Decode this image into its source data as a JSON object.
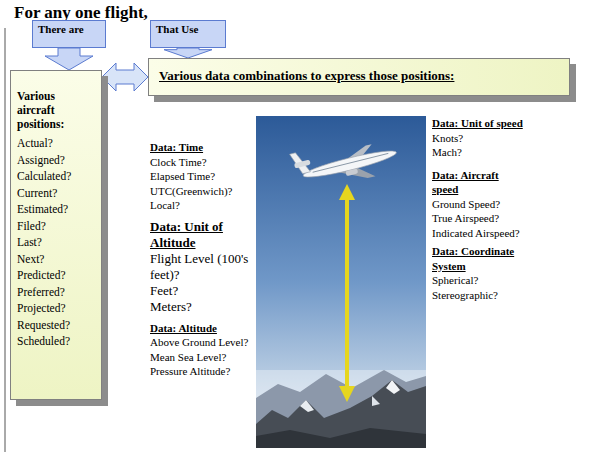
{
  "diagram": {
    "title": "For any one flight,",
    "nodes": [
      {
        "text": [
          "There are"
        ]
      },
      {
        "text": [
          "That Use"
        ]
      },
      {
        "text": [
          "Various aircraft positions:",
          "Actual?",
          "Assigned?",
          "Calculated?",
          "Current?",
          "Estimated?",
          "Filed?",
          "Last?",
          "Next?",
          "Predicted?",
          "Preferred?",
          "Projected?",
          "Requested?",
          "Scheduled?"
        ]
      },
      {
        "text": [
          "Various data combinations to express those positions:"
        ]
      }
    ],
    "edges": [
      {
        "from": 0,
        "to": 2,
        "arrow": "to"
      },
      {
        "from": 1,
        "to": 3,
        "arrow": "to"
      },
      {
        "from": 2,
        "to": 3,
        "arrow": "both"
      }
    ],
    "labels": [
      "Data: Time",
      "Clock Time?",
      "Elapsed Time?",
      "UTC(Greenwich)?",
      "Local?",
      "Data: Unit of Altitude",
      "Flight Level (100's feet)?",
      "Feet?",
      "Meters?",
      "Data: Altitude",
      "Above Ground Level?",
      "Mean Sea Level?",
      "Pressure Altitude?",
      "Data: Unit of speed",
      "Knots?",
      "Mach?",
      "Data: Aircraft speed",
      "Ground Speed?",
      "True Airspeed?",
      "Indicated Airspeed?",
      "Data: Coordinate System",
      "Spherical?",
      "Stereographic?"
    ]
  }
}
